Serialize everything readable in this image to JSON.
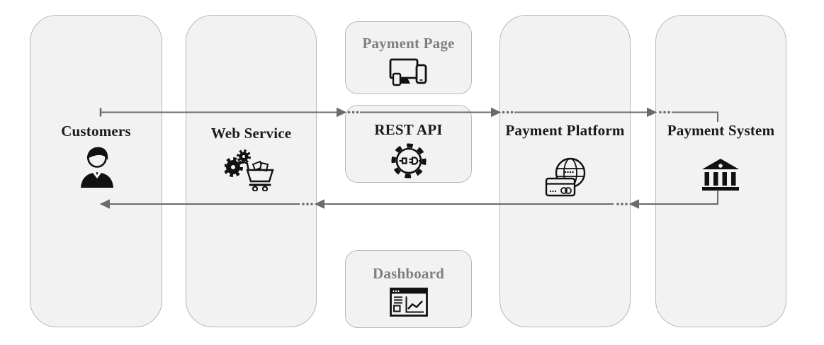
{
  "nodes": {
    "customers": {
      "label": "Customers",
      "icon": "person-icon"
    },
    "web_service": {
      "label": "Web Service",
      "icon": "gears-cart-icon"
    },
    "payment_page": {
      "label": "Payment Page",
      "icon": "devices-icon"
    },
    "rest_api": {
      "label": "REST API",
      "icon": "api-gear-icon"
    },
    "dashboard": {
      "label": "Dashboard",
      "icon": "dashboard-chart-icon"
    },
    "payment_platform": {
      "label": "Payment Platform",
      "icon": "globe-card-icon"
    },
    "payment_system": {
      "label": "Payment System",
      "icon": "bank-icon"
    }
  },
  "flows": [
    {
      "name": "request",
      "direction": "left-to-right",
      "path": [
        "customers",
        "rest_api",
        "payment_platform",
        "payment_system"
      ],
      "continuation_dots": true
    },
    {
      "name": "response",
      "direction": "right-to-left",
      "path": [
        "payment_system",
        "payment_platform",
        "web_service",
        "customers"
      ],
      "continuation_dots": true
    }
  ],
  "theme": {
    "background": "#ffffff",
    "box_fill": "#f2f2f2",
    "box_border": "#b9b9b9",
    "arrow": "#6b6b6b",
    "label_dark": "#1a1a1a",
    "label_gray": "#7f7f7f",
    "icon": "#111111"
  }
}
